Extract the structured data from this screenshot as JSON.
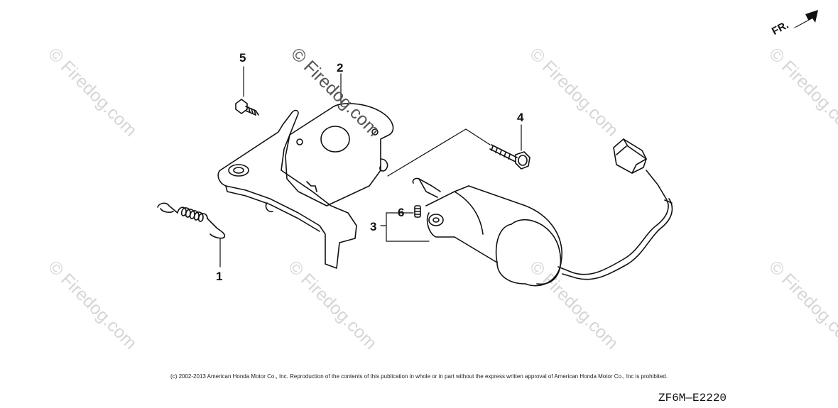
{
  "watermark": {
    "text": "© Firedog.com",
    "color": "#d6d6d6",
    "highlight_color": "#555555"
  },
  "direction_indicator": {
    "label": "FR.",
    "icon": "front-direction-arrow-icon"
  },
  "callouts": [
    {
      "number": "1",
      "part": "spring"
    },
    {
      "number": "2",
      "part": "bracket"
    },
    {
      "number": "3",
      "part": "solenoid"
    },
    {
      "number": "4",
      "part": "bolt"
    },
    {
      "number": "5",
      "part": "bolt"
    },
    {
      "number": "6",
      "part": "pin"
    }
  ],
  "copyright": "(c) 2002-2013 American Honda Motor Co., Inc. Reproduction of the contents of this publication in whole or in part without the express written approval of American Honda Motor Co., Inc is prohibited.",
  "diagram_code": "ZF6M—E2220"
}
